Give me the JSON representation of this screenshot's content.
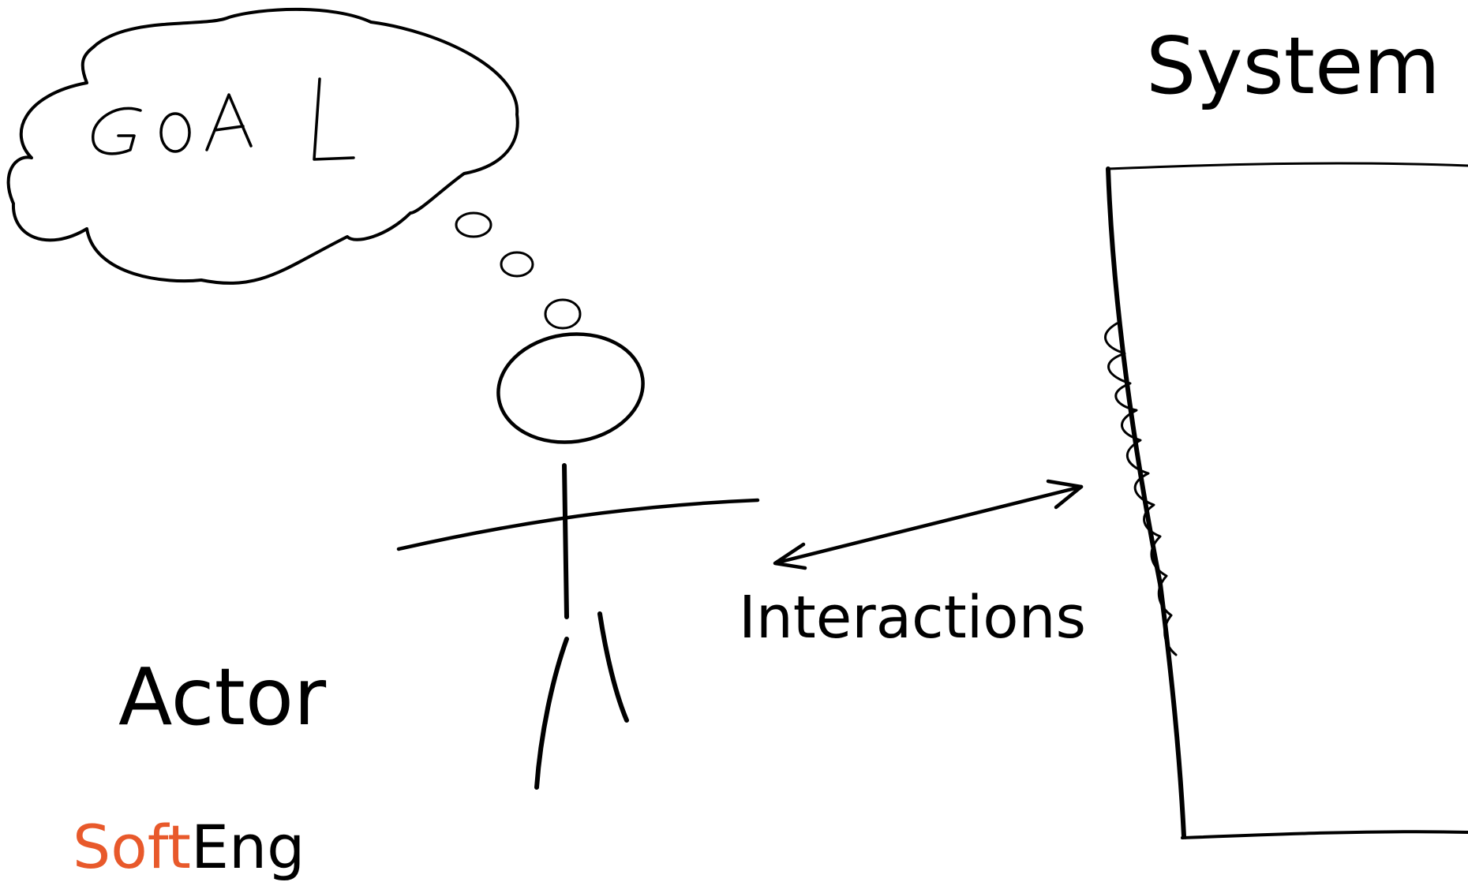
{
  "thought": {
    "text": "GOAL"
  },
  "labels": {
    "system": "System",
    "actor": "Actor",
    "interactions": "Interactions"
  },
  "logo": {
    "part1": "Soft",
    "part2": "Eng"
  },
  "colors": {
    "ink": "#000000",
    "logo_accent": "#e8592b",
    "background": "#ffffff"
  }
}
